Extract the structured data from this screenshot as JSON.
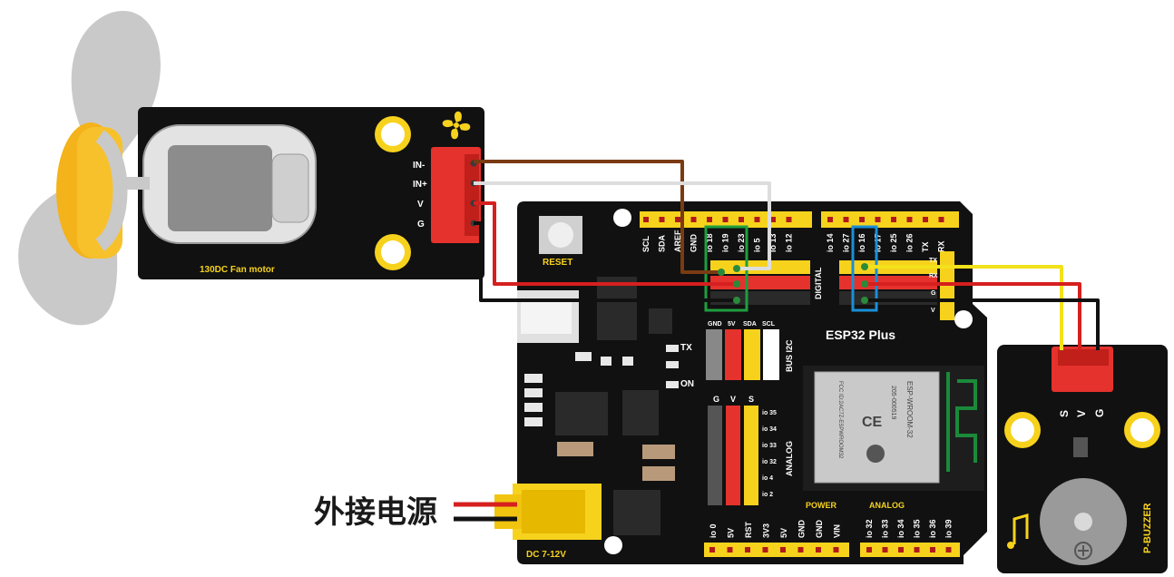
{
  "fan_module": {
    "pin_labels": [
      "IN-",
      "IN+",
      "V",
      "G"
    ],
    "name": "130DC Fan motor"
  },
  "board": {
    "name": "ESP32 Plus",
    "reset_label": "RESET",
    "top_header_left": [
      "SCL",
      "SDA",
      "AREF",
      "GND",
      "io 18",
      "io 19",
      "io 23",
      "io 5",
      "io 13",
      "io 12"
    ],
    "top_header_right": [
      "io 14",
      "io 27",
      "io 16",
      "io 17",
      "io 25",
      "io 26",
      "TX",
      "RX"
    ],
    "digital_label": "DIGITAL",
    "uart_labels": [
      "TX",
      "RX",
      "G",
      "V"
    ],
    "i2c_labels": [
      "GND",
      "5V",
      "SDA",
      "SCL"
    ],
    "i2c_title": "BUS I2C",
    "analog_header_labels": [
      "G",
      "V",
      "S"
    ],
    "analog_pins": [
      "io 35",
      "io 34",
      "io 33",
      "io 32",
      "io 4",
      "io 2"
    ],
    "analog_title": "ANALOG",
    "tx_led": "TX",
    "on_led": "ON",
    "module_line1": "ESP-WROOM-32",
    "module_line2": "205-000519",
    "module_fcc": "FCC ID:2AC7Z-ESPWROOM32",
    "power_title": "POWER",
    "power_pins": [
      "io 0",
      "5V",
      "RST",
      "3V3",
      "5V",
      "GND",
      "GND",
      "VIN"
    ],
    "analog_bottom_title": "ANALOG",
    "analog_bottom_pins": [
      "io 32",
      "io 33",
      "io 34",
      "io 35",
      "io 36",
      "io 39"
    ],
    "dc_label": "DC 7-12V"
  },
  "external_power_label": "外接电源",
  "buzzer_module": {
    "pin_labels": [
      "S",
      "V",
      "G"
    ],
    "name": "P-BUZZER"
  },
  "colors": {
    "pcb_black": "#111111",
    "header_yellow": "#f7d21d",
    "header_red": "#e5322d",
    "header_green": "#2a8a3a",
    "highlight_green": "#1f9e3f",
    "highlight_blue": "#1a8fd6",
    "wire_brown": "#7a3b12",
    "wire_white": "#dddddd",
    "wire_red": "#d61f1f",
    "wire_black": "#111111",
    "wire_yellow": "#f3e21b"
  }
}
